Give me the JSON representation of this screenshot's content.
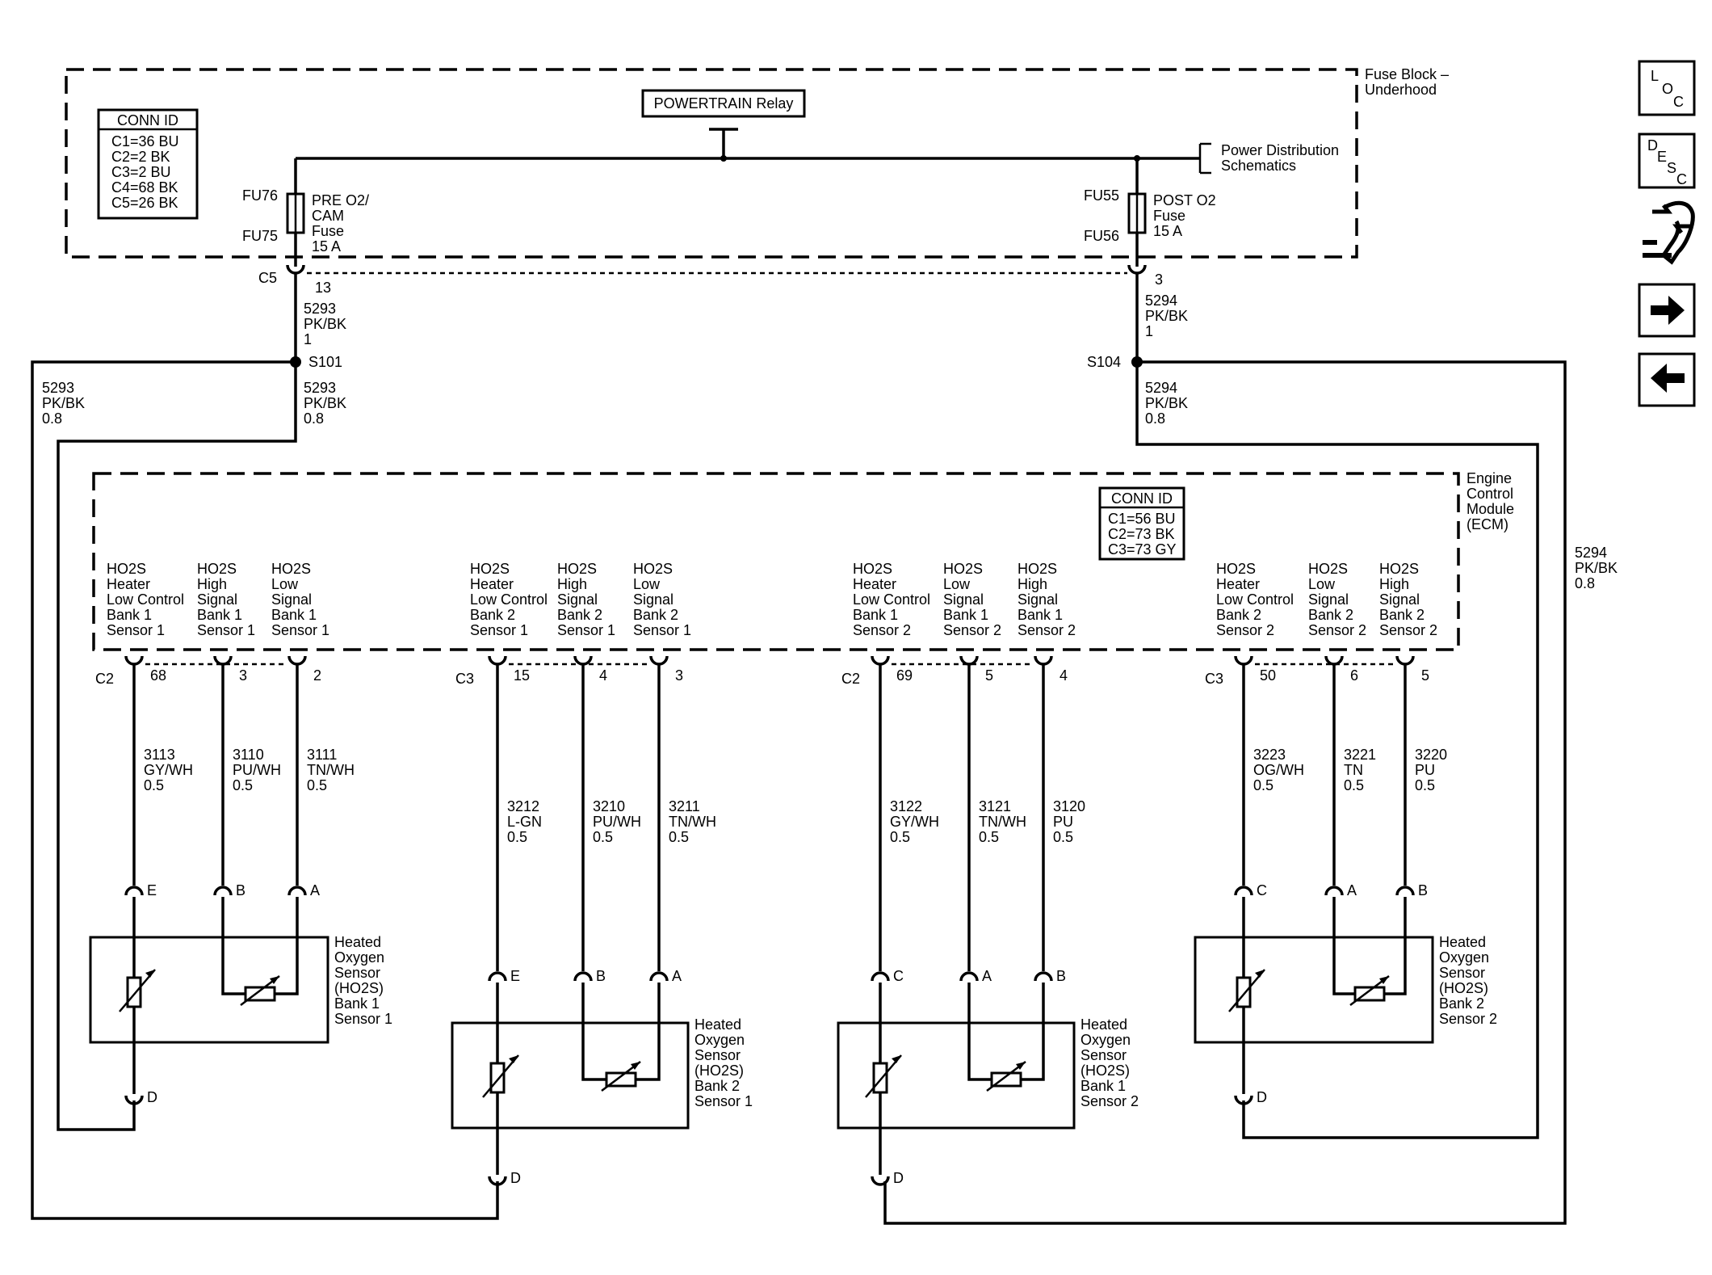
{
  "fuse_block": {
    "label": [
      "Fuse Block –",
      "Underhood"
    ],
    "relay": "POWERTRAIN Relay",
    "power_ref": [
      "Power Distribution",
      "Schematics"
    ],
    "conn_id": {
      "title": "CONN ID",
      "rows": [
        "C1=36 BU",
        "C2=2 BK",
        "C3=2 BU",
        "C4=68 BK",
        "C5=26 BK"
      ]
    },
    "fuse_left": {
      "top": "FU76",
      "bottom": "FU75",
      "desc": [
        "PRE O2/",
        "CAM",
        "Fuse",
        "15 A"
      ]
    },
    "fuse_right": {
      "top": "FU55",
      "bottom": "FU56",
      "desc": [
        "POST O2",
        "Fuse",
        "15 A"
      ]
    },
    "connector": "C5",
    "pin_left": "13",
    "pin_right": "3"
  },
  "wires": {
    "w5293_top": [
      "5293",
      "PK/BK",
      "1"
    ],
    "w5294_top": [
      "5294",
      "PK/BK",
      "1"
    ],
    "w5293_left": [
      "5293",
      "PK/BK",
      "0.8"
    ],
    "w5293_mid": [
      "5293",
      "PK/BK",
      "0.8"
    ],
    "w5294_mid": [
      "5294",
      "PK/BK",
      "0.8"
    ],
    "w5294_right": [
      "5294",
      "PK/BK",
      "0.8"
    ]
  },
  "splices": {
    "left": "S101",
    "right": "S104"
  },
  "ecm": {
    "label": [
      "Engine",
      "Control",
      "Module",
      "(ECM)"
    ],
    "conn_id": {
      "title": "CONN ID",
      "rows": [
        "C1=56 BU",
        "C2=73 BK",
        "C3=73 GY"
      ]
    }
  },
  "groups": [
    {
      "connector": "C2",
      "terminals": [
        {
          "label": [
            "HO2S",
            "Heater",
            "Low Control",
            "Bank 1",
            "Sensor 1"
          ],
          "pin": "68",
          "wire": [
            "3113",
            "GY/WH",
            "0.5"
          ],
          "sensor_pin": "E"
        },
        {
          "label": [
            "HO2S",
            "High",
            "Signal",
            "Bank 1",
            "Sensor 1"
          ],
          "pin": "3",
          "wire": [
            "3110",
            "PU/WH",
            "0.5"
          ],
          "sensor_pin": "B"
        },
        {
          "label": [
            "HO2S",
            "Low",
            "Signal",
            "Bank 1",
            "Sensor 1"
          ],
          "pin": "2",
          "wire": [
            "3111",
            "TN/WH",
            "0.5"
          ],
          "sensor_pin": "A"
        }
      ],
      "sensor": [
        "Heated",
        "Oxygen",
        "Sensor",
        "(HO2S)",
        "Bank 1",
        "Sensor 1"
      ],
      "ground_pin": "D"
    },
    {
      "connector": "C3",
      "terminals": [
        {
          "label": [
            "HO2S",
            "Heater",
            "Low Control",
            "Bank 2",
            "Sensor 1"
          ],
          "pin": "15",
          "wire": [
            "3212",
            "L-GN",
            "0.5"
          ],
          "sensor_pin": "E"
        },
        {
          "label": [
            "HO2S",
            "High",
            "Signal",
            "Bank 2",
            "Sensor 1"
          ],
          "pin": "4",
          "wire": [
            "3210",
            "PU/WH",
            "0.5"
          ],
          "sensor_pin": "B"
        },
        {
          "label": [
            "HO2S",
            "Low",
            "Signal",
            "Bank 2",
            "Sensor 1"
          ],
          "pin": "3",
          "wire": [
            "3211",
            "TN/WH",
            "0.5"
          ],
          "sensor_pin": "A"
        }
      ],
      "sensor": [
        "Heated",
        "Oxygen",
        "Sensor",
        "(HO2S)",
        "Bank 2",
        "Sensor 1"
      ],
      "ground_pin": "D"
    },
    {
      "connector": "C2",
      "terminals": [
        {
          "label": [
            "HO2S",
            "Heater",
            "Low Control",
            "Bank 1",
            "Sensor 2"
          ],
          "pin": "69",
          "wire": [
            "3122",
            "GY/WH",
            "0.5"
          ],
          "sensor_pin": "C"
        },
        {
          "label": [
            "HO2S",
            "Low",
            "Signal",
            "Bank 1",
            "Sensor 2"
          ],
          "pin": "5",
          "wire": [
            "3121",
            "TN/WH",
            "0.5"
          ],
          "sensor_pin": "A"
        },
        {
          "label": [
            "HO2S",
            "High",
            "Signal",
            "Bank 1",
            "Sensor 2"
          ],
          "pin": "4",
          "wire": [
            "3120",
            "PU",
            "0.5"
          ],
          "sensor_pin": "B"
        }
      ],
      "sensor": [
        "Heated",
        "Oxygen",
        "Sensor",
        "(HO2S)",
        "Bank 1",
        "Sensor 2"
      ],
      "ground_pin": "D"
    },
    {
      "connector": "C3",
      "terminals": [
        {
          "label": [
            "HO2S",
            "Heater",
            "Low Control",
            "Bank 2",
            "Sensor 2"
          ],
          "pin": "50",
          "wire": [
            "3223",
            "OG/WH",
            "0.5"
          ],
          "sensor_pin": "C"
        },
        {
          "label": [
            "HO2S",
            "Low",
            "Signal",
            "Bank 2",
            "Sensor 2"
          ],
          "pin": "6",
          "wire": [
            "3221",
            "TN",
            "0.5"
          ],
          "sensor_pin": "A"
        },
        {
          "label": [
            "HO2S",
            "High",
            "Signal",
            "Bank 2",
            "Sensor 2"
          ],
          "pin": "5",
          "wire": [
            "3220",
            "PU",
            "0.5"
          ],
          "sensor_pin": "B"
        }
      ],
      "sensor": [
        "Heated",
        "Oxygen",
        "Sensor",
        "(HO2S)",
        "Bank 2",
        "Sensor 2"
      ],
      "ground_pin": "D"
    }
  ],
  "nav": {
    "loc": [
      "L",
      "O",
      "C"
    ],
    "desc": [
      "D",
      "E",
      "S",
      "C"
    ],
    "icons": [
      "wrench-icon",
      "arrow-right-icon",
      "arrow-left-icon"
    ]
  }
}
